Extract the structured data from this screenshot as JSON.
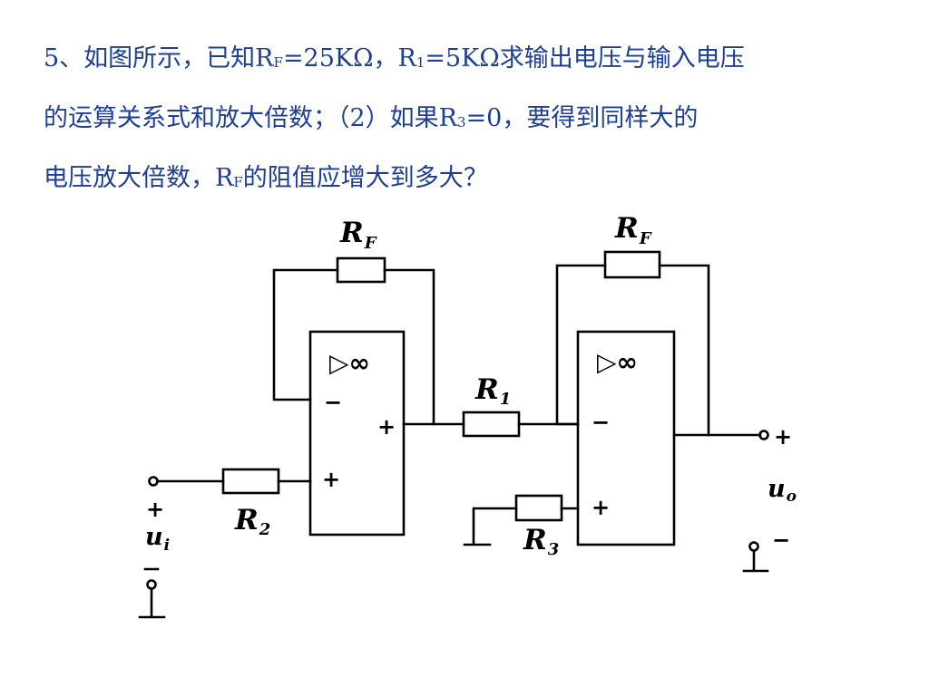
{
  "question": {
    "l1_a": "5、如图所示，已知R",
    "l1_sub_f": "F",
    "l1_b": "=25KΩ，R",
    "l1_sub_1": "1",
    "l1_c": "=5KΩ求输出电压与输入电压",
    "l2_a": "的运算关系式和放大倍数；（2）如果R",
    "l2_sub_3": "3",
    "l2_b": "=0，要得到同样大的",
    "l3_a": "电压放大倍数，R",
    "l3_sub_f": "F",
    "l3_b": "的阻值应增大到多大？"
  },
  "circuit": {
    "rf_left": {
      "main": "R",
      "sub": "F"
    },
    "rf_right": {
      "main": "R",
      "sub": "F"
    },
    "r1": {
      "main": "R",
      "sub": "1"
    },
    "r2": {
      "main": "R",
      "sub": "2"
    },
    "r3": {
      "main": "R",
      "sub": "3"
    },
    "opamp1": {
      "symbol": "▷∞",
      "minus": "−",
      "plus_left": "+",
      "plus_out": "+"
    },
    "opamp2": {
      "symbol": "▷∞",
      "minus": "−",
      "plus": "+"
    },
    "input": {
      "plus": "+",
      "var": "u",
      "sub": "i",
      "minus": "−"
    },
    "output": {
      "plus": "+",
      "var": "u",
      "sub": "o",
      "minus": "−"
    }
  }
}
